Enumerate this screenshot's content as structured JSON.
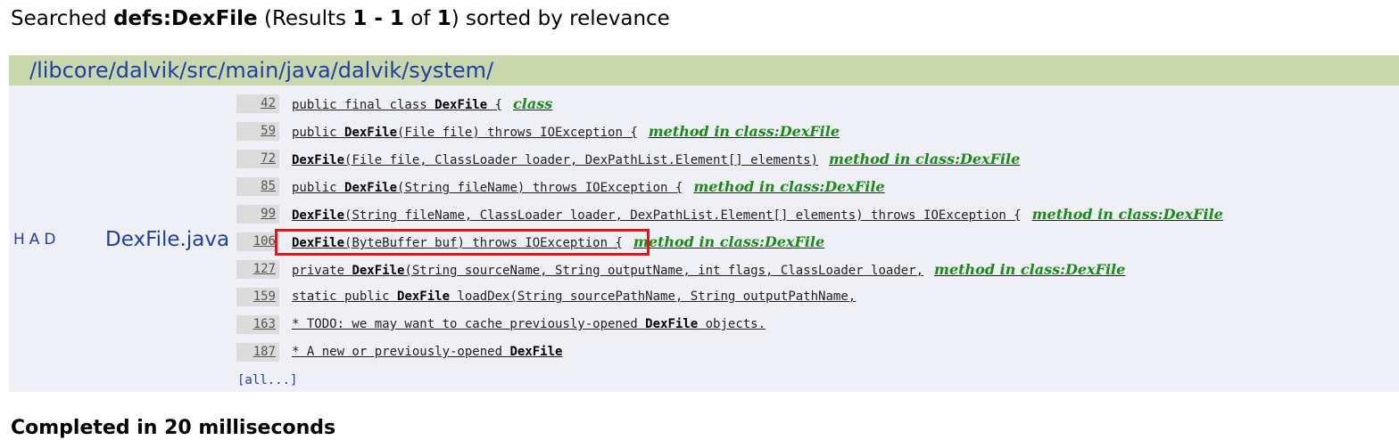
{
  "summary": {
    "prefix": "Searched ",
    "query": "defs:DexFile",
    "results_open": " (Results ",
    "range_start": "1",
    "range_dash": " - ",
    "range_end": "1",
    "of_text": " of ",
    "total": "1",
    "suffix": ") sorted by relevance"
  },
  "result": {
    "directory": "/libcore/dalvik/src/main/java/dalvik/system/",
    "had": "HAD",
    "file_name": "DexFile.java",
    "lines": [
      {
        "num": "42",
        "pre": "public final class ",
        "bold": "DexFile",
        "post": " {",
        "tag": "class"
      },
      {
        "num": "59",
        "pre": "public ",
        "bold": "DexFile",
        "post": "(File file) throws IOException {",
        "tag": "method in class:DexFile"
      },
      {
        "num": "72",
        "pre": "",
        "bold": "DexFile",
        "post": "(File file, ClassLoader loader, DexPathList.Element[] elements)",
        "tag": "method in class:DexFile"
      },
      {
        "num": "85",
        "pre": "public ",
        "bold": "DexFile",
        "post": "(String fileName) throws IOException {",
        "tag": "method in class:DexFile"
      },
      {
        "num": "99",
        "pre": "",
        "bold": "DexFile",
        "post": "(String fileName, ClassLoader loader, DexPathList.Element[] elements) throws IOException {",
        "tag": "method in class:DexFile"
      },
      {
        "num": "106",
        "pre": "",
        "bold": "DexFile",
        "post": "(ByteBuffer buf) throws IOException {",
        "tag": "method in class:DexFile"
      },
      {
        "num": "127",
        "pre": "private ",
        "bold": "DexFile",
        "post": "(String sourceName, String outputName, int flags, ClassLoader loader,",
        "tag": "method in class:DexFile"
      },
      {
        "num": "159",
        "pre": "static public ",
        "bold": "DexFile",
        "post": " loadDex(String sourcePathName, String outputPathName,",
        "tag": ""
      },
      {
        "num": "163",
        "pre": "* TODO: we may want to cache previously-opened ",
        "bold": "DexFile",
        "post": " objects.",
        "tag": ""
      },
      {
        "num": "187",
        "pre": "* A new or previously-opened ",
        "bold": "DexFile",
        "post": "",
        "tag": ""
      }
    ],
    "all_link": "[all...]"
  },
  "footer": {
    "completed": "Completed in 20 milliseconds"
  },
  "colors": {
    "directory_bar": "#c8d8ac",
    "result_bg": "#eff0f5",
    "link": "#1f3fa6",
    "tag": "#1a8a1a",
    "highlight_box": "#e0161b"
  }
}
